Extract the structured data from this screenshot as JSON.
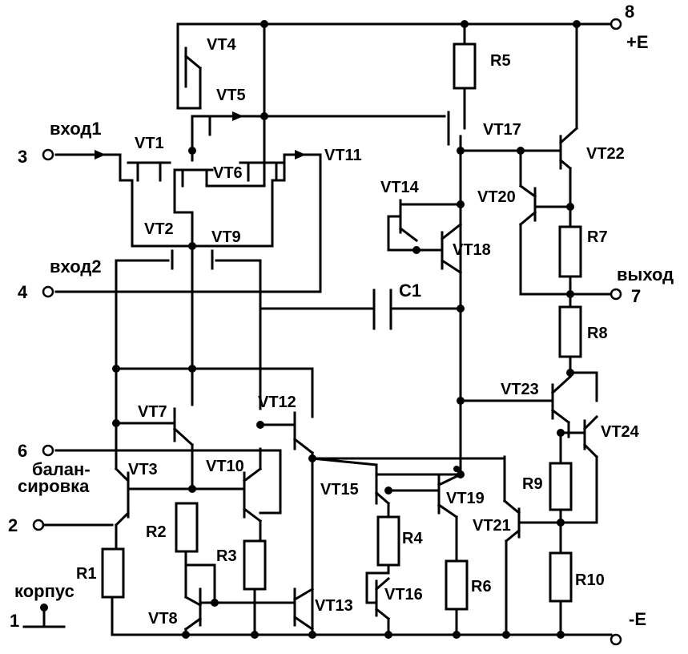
{
  "labels": {
    "vt1": "VT1",
    "vt2": "VT2",
    "vt3": "VT3",
    "vt4": "VT4",
    "vt5": "VT5",
    "vt6": "VT6",
    "vt7": "VT7",
    "vt8": "VT8",
    "vt9": "VT9",
    "vt10": "VT10",
    "vt11": "VT11",
    "vt12": "VT12",
    "vt13": "VT13",
    "vt14": "VT14",
    "vt15": "VT15",
    "vt16": "VT16",
    "vt17": "VT17",
    "vt18": "VT18",
    "vt19": "VT19",
    "vt20": "VT20",
    "vt21": "VT21",
    "vt22": "VT22",
    "vt23": "VT23",
    "vt24": "VT24",
    "r1": "R1",
    "r2": "R2",
    "r3": "R3",
    "r4": "R4",
    "r5": "R5",
    "r6": "R6",
    "r7": "R7",
    "r8": "R8",
    "r9": "R9",
    "r10": "R10",
    "c1": "C1"
  },
  "pins": {
    "p1": "1",
    "p2": "2",
    "p3": "3",
    "p4": "4",
    "p6": "6",
    "p7": "7",
    "p8": "8",
    "vin1": "вход1",
    "vin2": "вход2",
    "vout": "выход",
    "bal1": "балан-",
    "bal2": "сировка",
    "gnd": "корпус",
    "vpos": "+E",
    "vneg": "-E"
  }
}
